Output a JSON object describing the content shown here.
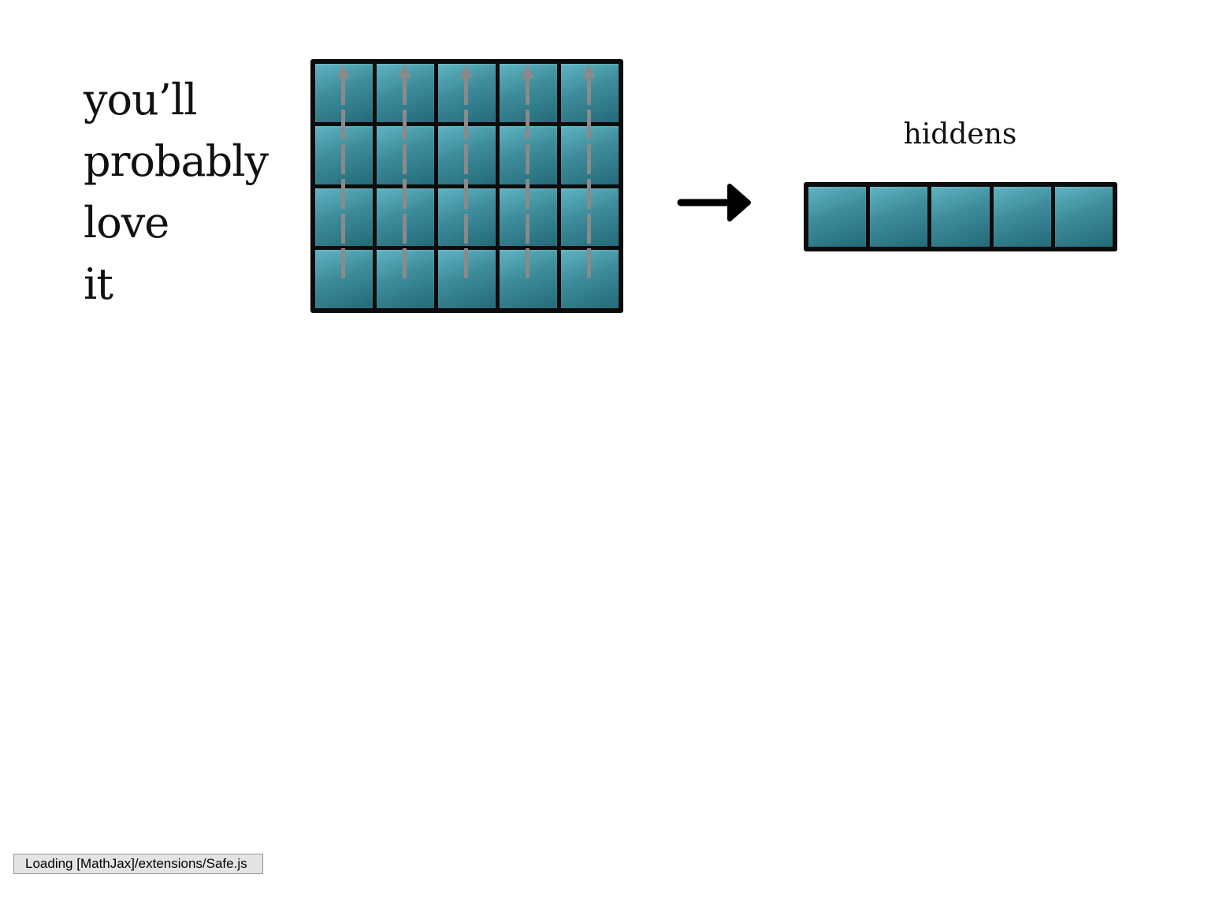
{
  "words": [
    "you’ll",
    "probably",
    "love",
    "it"
  ],
  "matrix": {
    "rows": 4,
    "cols": 5
  },
  "hiddens": {
    "label": "hiddens",
    "count": 5
  },
  "colors": {
    "cell_light": "#5fb4c2",
    "cell_dark": "#236a79",
    "border": "#0c0c0c",
    "flow_arrow": "#8a8a8a"
  },
  "icons": {
    "transform": "right-arrow-icon",
    "flow": "up-arrow-icon"
  },
  "status": {
    "text": "Loading [MathJax]/extensions/Safe.js"
  }
}
